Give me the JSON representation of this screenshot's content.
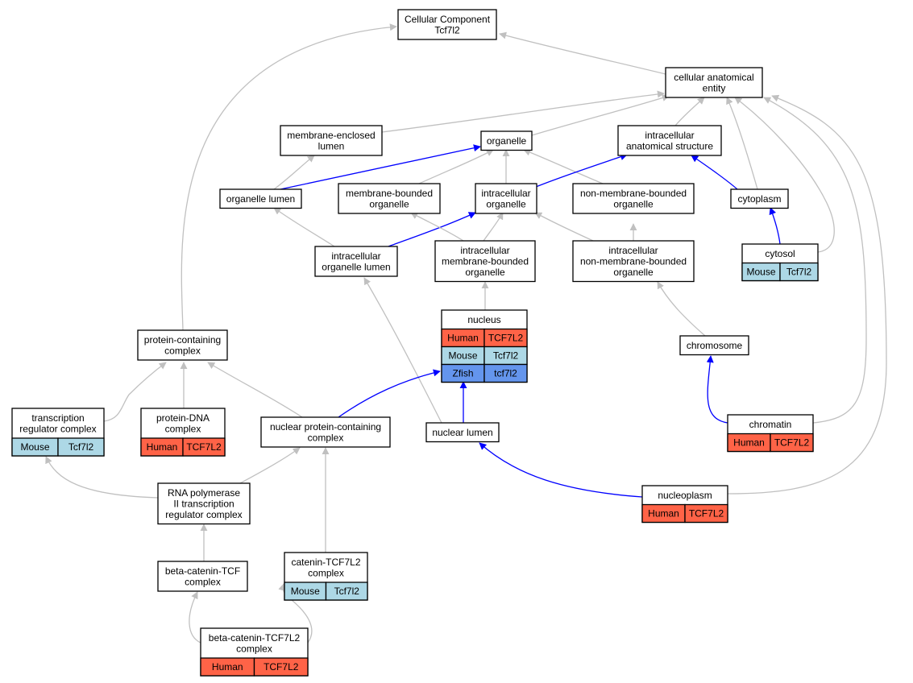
{
  "colors": {
    "edge_is_a": "#c0c0c0",
    "edge_part_of": "#0000ff",
    "Human": "#ff6347",
    "Mouse": "#add8e6",
    "Zfish": "#6495ed"
  },
  "nodes": [
    {
      "id": "root",
      "lines": [
        "Cellular Component",
        "Tcf7l2"
      ],
      "rows": []
    },
    {
      "id": "cae",
      "lines": [
        "cellular anatomical",
        "entity"
      ],
      "rows": []
    },
    {
      "id": "mel",
      "lines": [
        "membrane-enclosed",
        "lumen"
      ],
      "rows": []
    },
    {
      "id": "organelle",
      "lines": [
        "organelle"
      ],
      "rows": []
    },
    {
      "id": "ias",
      "lines": [
        "intracellular",
        "anatomical structure"
      ],
      "rows": []
    },
    {
      "id": "olumen",
      "lines": [
        "organelle lumen"
      ],
      "rows": []
    },
    {
      "id": "mbo",
      "lines": [
        "membrane-bounded",
        "organelle"
      ],
      "rows": []
    },
    {
      "id": "io",
      "lines": [
        "intracellular",
        "organelle"
      ],
      "rows": []
    },
    {
      "id": "nmbo",
      "lines": [
        "non-membrane-bounded",
        "organelle"
      ],
      "rows": []
    },
    {
      "id": "cytoplasm",
      "lines": [
        "cytoplasm"
      ],
      "rows": []
    },
    {
      "id": "iol",
      "lines": [
        "intracellular",
        "organelle lumen"
      ],
      "rows": []
    },
    {
      "id": "imbo",
      "lines": [
        "intracellular",
        "membrane-bounded",
        "organelle"
      ],
      "rows": []
    },
    {
      "id": "inmbo",
      "lines": [
        "intracellular",
        "non-membrane-bounded",
        "organelle"
      ],
      "rows": []
    },
    {
      "id": "cytosol",
      "lines": [
        "cytosol"
      ],
      "rows": [
        [
          "Mouse",
          "Tcf7l2"
        ]
      ]
    },
    {
      "id": "nucleus",
      "lines": [
        "nucleus"
      ],
      "rows": [
        [
          "Human",
          "TCF7L2"
        ],
        [
          "Mouse",
          "Tcf7l2"
        ],
        [
          "Zfish",
          "tcf7l2"
        ]
      ]
    },
    {
      "id": "pcc",
      "lines": [
        "protein-containing",
        "complex"
      ],
      "rows": []
    },
    {
      "id": "chromosome",
      "lines": [
        "chromosome"
      ],
      "rows": []
    },
    {
      "id": "trc",
      "lines": [
        "transcription",
        "regulator complex"
      ],
      "rows": [
        [
          "Mouse",
          "Tcf7l2"
        ]
      ]
    },
    {
      "id": "pdna",
      "lines": [
        "protein-DNA",
        "complex"
      ],
      "rows": [
        [
          "Human",
          "TCF7L2"
        ]
      ]
    },
    {
      "id": "npcc",
      "lines": [
        "nuclear protein-containing",
        "complex"
      ],
      "rows": []
    },
    {
      "id": "nlumen",
      "lines": [
        "nuclear lumen"
      ],
      "rows": []
    },
    {
      "id": "chromatin",
      "lines": [
        "chromatin"
      ],
      "rows": [
        [
          "Human",
          "TCF7L2"
        ]
      ]
    },
    {
      "id": "rnap",
      "lines": [
        "RNA polymerase",
        "II transcription",
        "regulator complex"
      ],
      "rows": []
    },
    {
      "id": "nucleoplasm",
      "lines": [
        "nucleoplasm"
      ],
      "rows": [
        [
          "Human",
          "TCF7L2"
        ]
      ]
    },
    {
      "id": "btcf",
      "lines": [
        "beta-catenin-TCF",
        "complex"
      ],
      "rows": []
    },
    {
      "id": "ctcf",
      "lines": [
        "catenin-TCF7L2",
        "complex"
      ],
      "rows": [
        [
          "Mouse",
          "Tcf7l2"
        ]
      ]
    },
    {
      "id": "btcf7l2",
      "lines": [
        "beta-catenin-TCF7L2",
        "complex"
      ],
      "rows": [
        [
          "Human",
          "TCF7L2"
        ]
      ]
    }
  ],
  "edges": [
    {
      "from": "cae",
      "to": "root",
      "type": "is_a"
    },
    {
      "from": "pcc",
      "to": "root",
      "type": "is_a"
    },
    {
      "from": "mel",
      "to": "cae",
      "type": "is_a"
    },
    {
      "from": "organelle",
      "to": "cae",
      "type": "is_a"
    },
    {
      "from": "ias",
      "to": "cae",
      "type": "is_a"
    },
    {
      "from": "cytoplasm",
      "to": "cae",
      "type": "is_a"
    },
    {
      "from": "cytosol",
      "to": "cae",
      "type": "is_a"
    },
    {
      "from": "chromatin",
      "to": "cae",
      "type": "is_a"
    },
    {
      "from": "nucleoplasm",
      "to": "cae",
      "type": "is_a"
    },
    {
      "from": "olumen",
      "to": "mel",
      "type": "is_a"
    },
    {
      "from": "olumen",
      "to": "organelle",
      "type": "part_of"
    },
    {
      "from": "mbo",
      "to": "organelle",
      "type": "is_a"
    },
    {
      "from": "io",
      "to": "organelle",
      "type": "is_a"
    },
    {
      "from": "nmbo",
      "to": "organelle",
      "type": "is_a"
    },
    {
      "from": "io",
      "to": "ias",
      "type": "part_of"
    },
    {
      "from": "cytoplasm",
      "to": "ias",
      "type": "part_of"
    },
    {
      "from": "iol",
      "to": "olumen",
      "type": "is_a"
    },
    {
      "from": "iol",
      "to": "io",
      "type": "part_of"
    },
    {
      "from": "imbo",
      "to": "mbo",
      "type": "is_a"
    },
    {
      "from": "imbo",
      "to": "io",
      "type": "is_a"
    },
    {
      "from": "inmbo",
      "to": "io",
      "type": "is_a"
    },
    {
      "from": "inmbo",
      "to": "nmbo",
      "type": "is_a"
    },
    {
      "from": "cytosol",
      "to": "cytoplasm",
      "type": "part_of"
    },
    {
      "from": "nucleus",
      "to": "imbo",
      "type": "is_a"
    },
    {
      "from": "chromosome",
      "to": "inmbo",
      "type": "is_a"
    },
    {
      "from": "nlumen",
      "to": "iol",
      "type": "is_a"
    },
    {
      "from": "nlumen",
      "to": "nucleus",
      "type": "part_of"
    },
    {
      "from": "npcc",
      "to": "nucleus",
      "type": "part_of"
    },
    {
      "from": "npcc",
      "to": "pcc",
      "type": "is_a"
    },
    {
      "from": "trc",
      "to": "pcc",
      "type": "is_a"
    },
    {
      "from": "pdna",
      "to": "pcc",
      "type": "is_a"
    },
    {
      "from": "chromatin",
      "to": "chromosome",
      "type": "part_of"
    },
    {
      "from": "nucleoplasm",
      "to": "nlumen",
      "type": "part_of"
    },
    {
      "from": "rnap",
      "to": "trc",
      "type": "is_a"
    },
    {
      "from": "rnap",
      "to": "npcc",
      "type": "is_a"
    },
    {
      "from": "ctcf",
      "to": "npcc",
      "type": "is_a"
    },
    {
      "from": "btcf",
      "to": "rnap",
      "type": "is_a"
    },
    {
      "from": "btcf7l2",
      "to": "btcf",
      "type": "is_a"
    },
    {
      "from": "btcf7l2",
      "to": "ctcf",
      "type": "is_a"
    }
  ]
}
